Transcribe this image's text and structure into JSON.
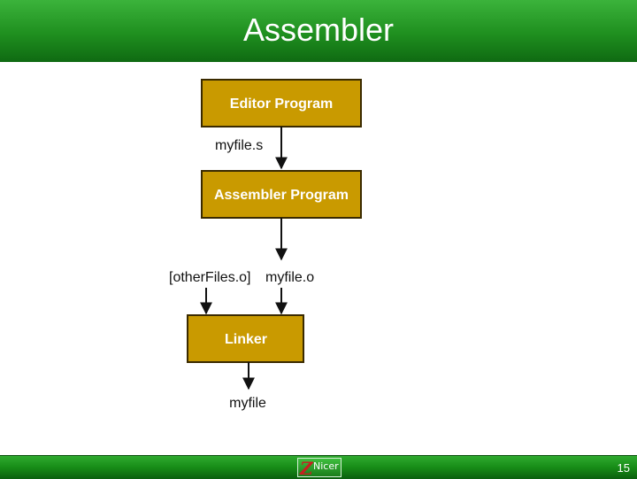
{
  "slide": {
    "title": "Assembler",
    "page_number": "15",
    "logo_text": "Nicer",
    "logo_letter": "Z"
  },
  "diagram": {
    "nodes": [
      {
        "id": "editor",
        "label": "Editor Program"
      },
      {
        "id": "assembler",
        "label": "Assembler Program"
      },
      {
        "id": "linker",
        "label": "Linker"
      }
    ],
    "edge_labels": {
      "editor_output": "myfile.s",
      "other_files": "[otherFiles.o]",
      "assembler_output": "myfile.o",
      "final_output": "myfile"
    },
    "colors": {
      "box_fill": "#c99a00",
      "box_border": "#3a2a00",
      "arrow": "#111111",
      "header_green": "#1f8f1f"
    }
  }
}
